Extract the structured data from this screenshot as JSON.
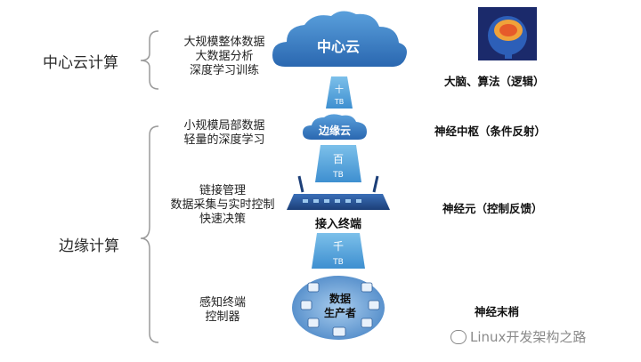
{
  "left": {
    "cloud_compute": "中心云计算",
    "edge_compute": "边缘计算"
  },
  "middle": {
    "cloud_lines": [
      "大规模整体数据",
      "大数据分析",
      "深度学习训练"
    ],
    "edge_lines": [
      "小规模局部数据",
      "轻量的深度学习"
    ],
    "terminal_lines": [
      "链接管理",
      "数据采集与实时控制",
      "快速决策"
    ],
    "sensor_lines": [
      "感知终端",
      "控制器"
    ]
  },
  "center": {
    "cloud_label": "中心云",
    "edge_cloud_label": "边缘云",
    "terminal_label": "接入终端",
    "producer_label": [
      "数据",
      "生产者"
    ],
    "tb1": [
      "十",
      "TB"
    ],
    "tb2": [
      "百",
      "TB"
    ],
    "tb3": [
      "千",
      "TB"
    ]
  },
  "right": {
    "brain": "大脑、算法（逻辑）",
    "nerve_center": "神经中枢（条件反射）",
    "neuron": "神经元（控制反馈）",
    "nerve_end": "神经末梢"
  },
  "watermark": "Linux开发架构之路",
  "colors": {
    "accent_blue": "#2f6fb5",
    "light_blue": "#6fb0de",
    "brace": "#9a9a9a"
  }
}
